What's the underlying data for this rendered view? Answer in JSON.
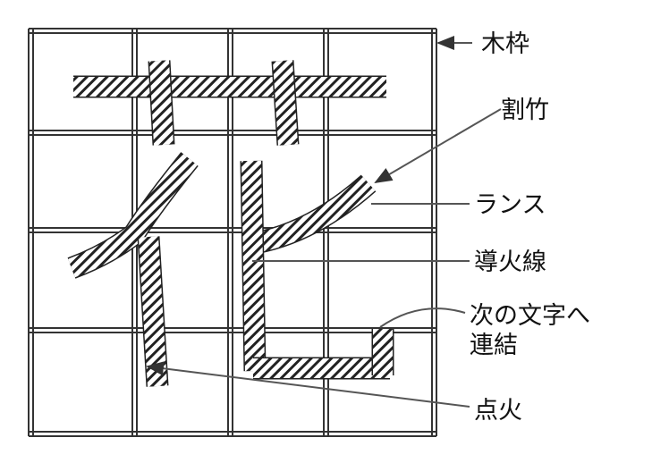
{
  "labels": {
    "frame": "木枠",
    "split_bamboo": "割竹",
    "lance": "ランス",
    "fuse": "導火線",
    "link_line1": "次の文字へ",
    "link_line2": "連結",
    "ignition": "点火"
  },
  "colors": {
    "line": "#333333",
    "hatch": "#222222",
    "background": "#ffffff"
  }
}
